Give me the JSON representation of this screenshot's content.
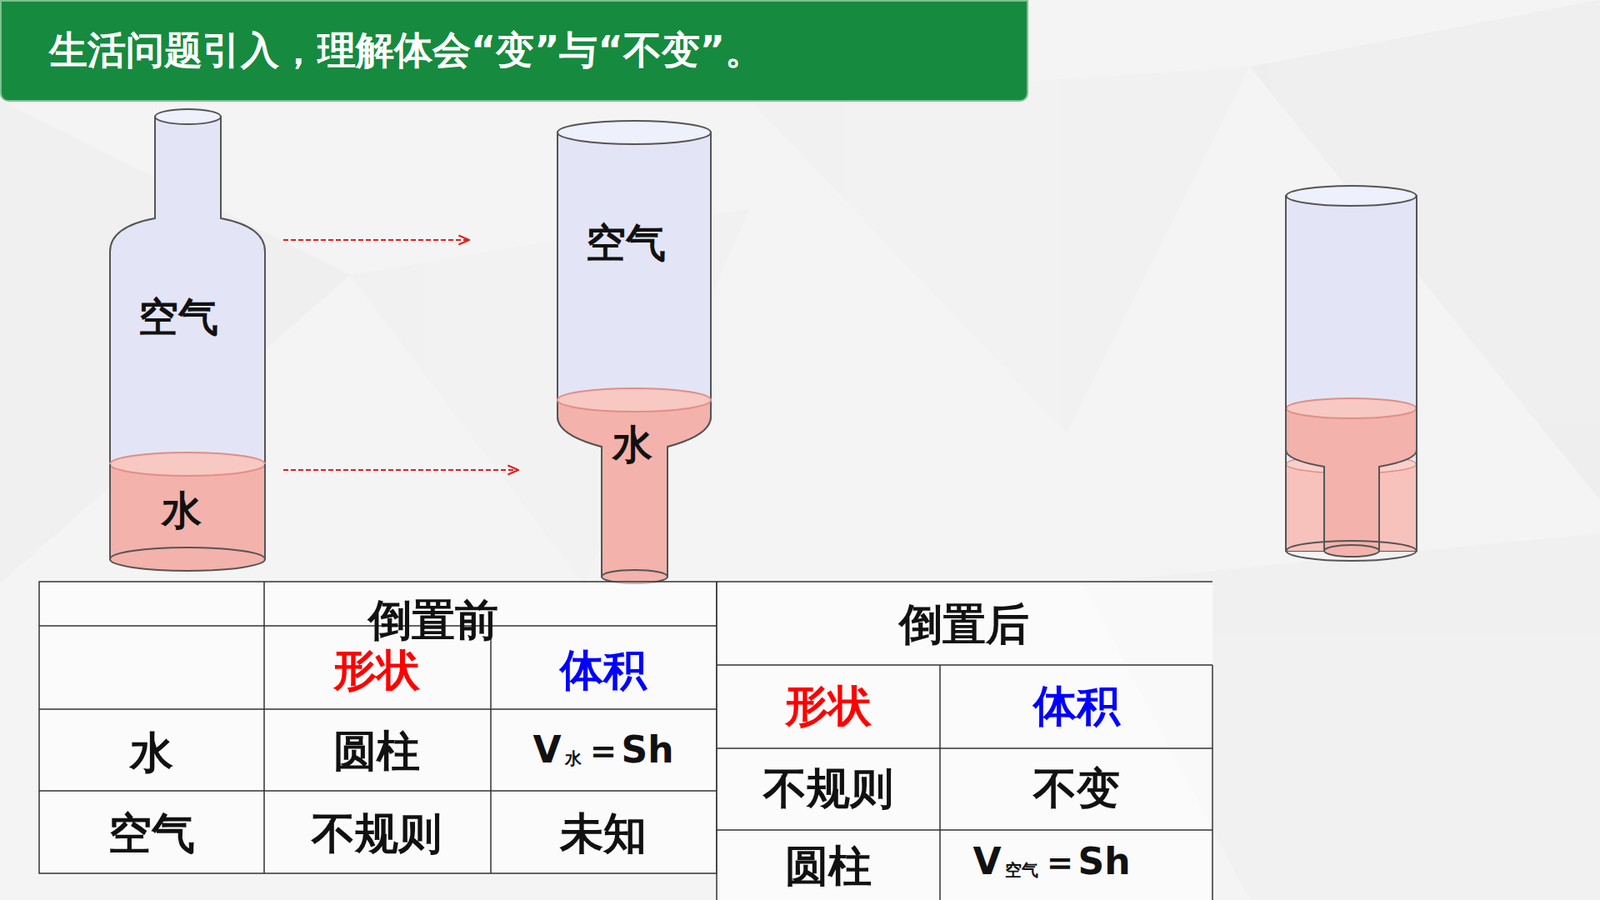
{
  "diagram": {
    "title": "生活问题引入，理解体会“变”与“不变”。",
    "labels": [
      "空气",
      "水",
      "空气",
      "水",
      "倒置前",
      "形状",
      "体积",
      "水",
      "圆柱",
      "V",
      "水",
      "＝Sh",
      "空气",
      "不规则",
      "未知",
      "倒置后",
      "形状",
      "体积",
      "不规则",
      "不变",
      "圆柱",
      "V",
      "空气",
      "＝Sh"
    ]
  }
}
